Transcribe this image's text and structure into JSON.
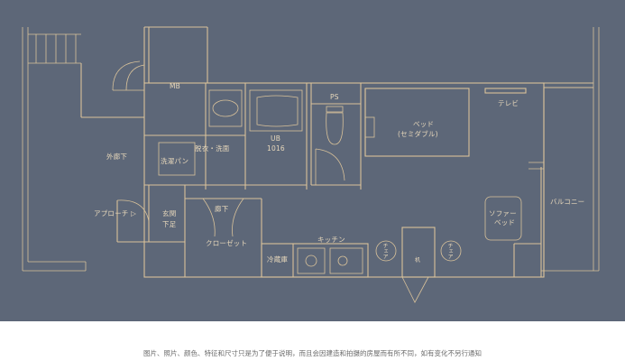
{
  "colors": {
    "background": "#5d6778",
    "lines": "#d9c29a",
    "text": "#e8d8bb",
    "caption": "#6a6a6a"
  },
  "rooms": {
    "mb": "MB",
    "corridor": "外廊下",
    "approach": "アプローチ ▷",
    "genkan": "玄関",
    "shoe_rack": "下足",
    "laundry_pan": "洗濯パン",
    "dressing": "脱衣・洗面",
    "ub": "UB",
    "ub_size": "1016",
    "ps": "PS",
    "bed": "ベッド",
    "bed_type": "(セミダブル)",
    "tv": "テレビ",
    "balcony": "バルコニー",
    "hall": "廊下",
    "closet": "クローゼット",
    "kitchen": "キッチン",
    "fridge": "冷蔵庫",
    "sofa": "ソファー",
    "sofa_bed": "ベッド",
    "chair1": "チェア",
    "chair2": "チェア",
    "desk": "机"
  },
  "disclaimer": "图片、照片、颜色、特征和尺寸只是为了便于说明，而且会因建造和拍摄的房屋而有所不同，如有变化不另行通知"
}
